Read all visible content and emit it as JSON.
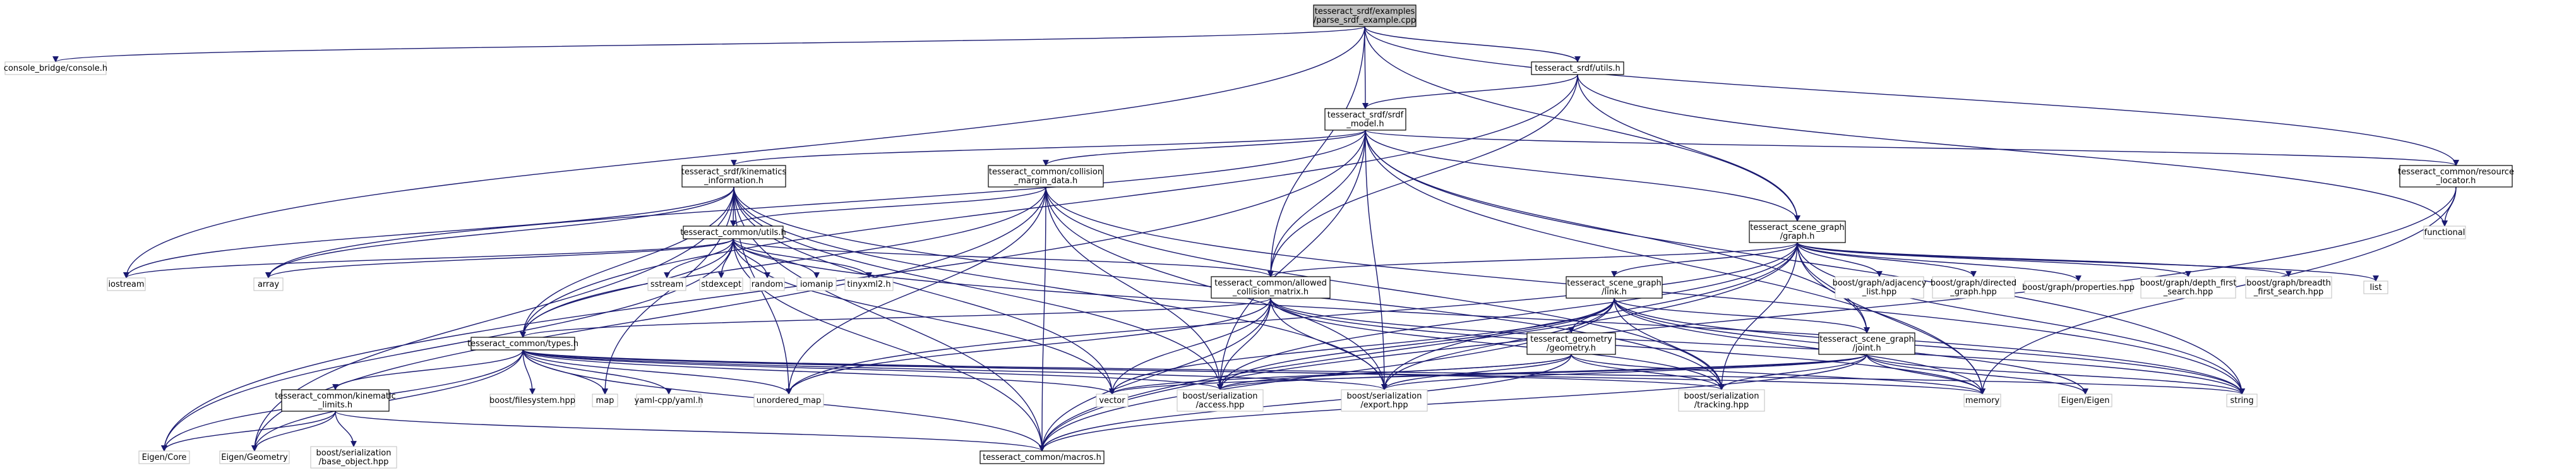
{
  "nodes": {
    "root": [
      "tesseract_srdf/examples",
      "/parse_srdf_example.cpp"
    ],
    "console": [
      "console_bridge/console.h"
    ],
    "iostream": [
      "iostream"
    ],
    "srdf_utils": [
      "tesseract_srdf/utils.h"
    ],
    "srdf_model": [
      "tesseract_srdf/srdf",
      "_model.h"
    ],
    "kin_info": [
      "tesseract_srdf/kinematics",
      "_information.h"
    ],
    "collision_margin": [
      "tesseract_common/collision",
      "_margin_data.h"
    ],
    "resource_locator": [
      "tesseract_common/resource",
      "_locator.h"
    ],
    "functional": [
      "functional"
    ],
    "common_utils": [
      "tesseract_common/utils.h"
    ],
    "array": [
      "array"
    ],
    "sstream": [
      "sstream"
    ],
    "stdexcept": [
      "stdexcept"
    ],
    "random": [
      "random"
    ],
    "iomanip": [
      "iomanip"
    ],
    "tinyxml2": [
      "tinyxml2.h"
    ],
    "graph": [
      "tesseract_scene_graph",
      "/graph.h"
    ],
    "adjacency": [
      "boost/graph/adjacency",
      "_list.hpp"
    ],
    "directed": [
      "boost/graph/directed",
      "_graph.hpp"
    ],
    "properties": [
      "boost/graph/properties.hpp"
    ],
    "dfs": [
      "boost/graph/depth_first",
      "_search.hpp"
    ],
    "bfs": [
      "boost/graph/breadth",
      "_first_search.hpp"
    ],
    "list": [
      "list"
    ],
    "acm": [
      "tesseract_common/allowed",
      "_collision_matrix.h"
    ],
    "link": [
      "tesseract_scene_graph",
      "/link.h"
    ],
    "common_types": [
      "tesseract_common/types.h"
    ],
    "geometry": [
      "tesseract_geometry",
      "/geometry.h"
    ],
    "joint": [
      "tesseract_scene_graph",
      "/joint.h"
    ],
    "kinematic_limits": [
      "tesseract_common/kinematic",
      "_limits.h"
    ],
    "filesystem": [
      "boost/filesystem.hpp"
    ],
    "map": [
      "map"
    ],
    "yaml": [
      "yaml-cpp/yaml.h"
    ],
    "unordered_map": [
      "unordered_map"
    ],
    "vector": [
      "vector"
    ],
    "ser_access": [
      "boost/serialization",
      "/access.hpp"
    ],
    "ser_export": [
      "boost/serialization",
      "/export.hpp"
    ],
    "ser_tracking": [
      "boost/serialization",
      "/tracking.hpp"
    ],
    "memory": [
      "memory"
    ],
    "eigen_eigen": [
      "Eigen/Eigen"
    ],
    "string": [
      "string"
    ],
    "eigen_core": [
      "Eigen/Core"
    ],
    "eigen_geometry": [
      "Eigen/Geometry"
    ],
    "base_object": [
      "boost/serialization",
      "/base_object.hpp"
    ],
    "macros": [
      "tesseract_common/macros.h"
    ]
  },
  "edges": [
    [
      "root",
      "console"
    ],
    [
      "root",
      "iostream"
    ],
    [
      "root",
      "srdf_utils"
    ],
    [
      "root",
      "srdf_model"
    ],
    [
      "root",
      "graph"
    ],
    [
      "root",
      "acm"
    ],
    [
      "root",
      "resource_locator"
    ],
    [
      "srdf_utils",
      "functional"
    ],
    [
      "srdf_utils",
      "srdf_model"
    ],
    [
      "srdf_utils",
      "graph"
    ],
    [
      "srdf_utils",
      "acm"
    ],
    [
      "srdf_utils",
      "common_types"
    ],
    [
      "srdf_model",
      "kin_info"
    ],
    [
      "srdf_model",
      "collision_margin"
    ],
    [
      "srdf_model",
      "resource_locator"
    ],
    [
      "srdf_model",
      "graph"
    ],
    [
      "srdf_model",
      "acm"
    ],
    [
      "srdf_model",
      "joint"
    ],
    [
      "srdf_model",
      "ser_access"
    ],
    [
      "srdf_model",
      "ser_export"
    ],
    [
      "srdf_model",
      "string"
    ],
    [
      "srdf_model",
      "memory"
    ],
    [
      "srdf_model",
      "array"
    ],
    [
      "srdf_model",
      "eigen_core"
    ],
    [
      "kin_info",
      "common_utils"
    ],
    [
      "kin_info",
      "common_types"
    ],
    [
      "kin_info",
      "array"
    ],
    [
      "kin_info",
      "iostream"
    ],
    [
      "kin_info",
      "map"
    ],
    [
      "kin_info",
      "unordered_map"
    ],
    [
      "kin_info",
      "vector"
    ],
    [
      "kin_info",
      "ser_access"
    ],
    [
      "kin_info",
      "ser_export"
    ],
    [
      "kin_info",
      "ser_tracking"
    ],
    [
      "kin_info",
      "eigen_geometry"
    ],
    [
      "kin_info",
      "macros"
    ],
    [
      "collision_margin",
      "common_utils"
    ],
    [
      "collision_margin",
      "common_types"
    ],
    [
      "collision_margin",
      "eigen_geometry"
    ],
    [
      "collision_margin",
      "unordered_map"
    ],
    [
      "collision_margin",
      "ser_access"
    ],
    [
      "collision_margin",
      "ser_export"
    ],
    [
      "collision_margin",
      "ser_tracking"
    ],
    [
      "collision_margin",
      "macros"
    ],
    [
      "collision_margin",
      "string"
    ],
    [
      "resource_locator",
      "functional"
    ],
    [
      "resource_locator",
      "memory"
    ],
    [
      "resource_locator",
      "macros"
    ],
    [
      "common_utils",
      "array"
    ],
    [
      "common_utils",
      "sstream"
    ],
    [
      "common_utils",
      "stdexcept"
    ],
    [
      "common_utils",
      "random"
    ],
    [
      "common_utils",
      "iomanip"
    ],
    [
      "common_utils",
      "tinyxml2"
    ],
    [
      "common_utils",
      "iostream"
    ],
    [
      "common_utils",
      "common_types"
    ],
    [
      "common_utils",
      "acm"
    ],
    [
      "common_utils",
      "eigen_core"
    ],
    [
      "common_utils",
      "vector"
    ],
    [
      "common_utils",
      "string"
    ],
    [
      "common_utils",
      "macros"
    ],
    [
      "graph",
      "adjacency"
    ],
    [
      "graph",
      "directed"
    ],
    [
      "graph",
      "properties"
    ],
    [
      "graph",
      "dfs"
    ],
    [
      "graph",
      "bfs"
    ],
    [
      "graph",
      "list"
    ],
    [
      "graph",
      "link"
    ],
    [
      "graph",
      "joint"
    ],
    [
      "graph",
      "acm"
    ],
    [
      "graph",
      "unordered_map"
    ],
    [
      "graph",
      "ser_access"
    ],
    [
      "graph",
      "ser_export"
    ],
    [
      "graph",
      "ser_tracking"
    ],
    [
      "graph",
      "memory"
    ],
    [
      "graph",
      "string"
    ],
    [
      "graph",
      "macros"
    ],
    [
      "acm",
      "common_types"
    ],
    [
      "acm",
      "vector"
    ],
    [
      "acm",
      "unordered_map"
    ],
    [
      "acm",
      "ser_access"
    ],
    [
      "acm",
      "ser_export"
    ],
    [
      "acm",
      "ser_tracking"
    ],
    [
      "acm",
      "macros"
    ],
    [
      "acm",
      "string"
    ],
    [
      "acm",
      "memory"
    ],
    [
      "link",
      "geometry"
    ],
    [
      "link",
      "joint"
    ],
    [
      "link",
      "ser_access"
    ],
    [
      "link",
      "ser_export"
    ],
    [
      "link",
      "ser_tracking"
    ],
    [
      "link",
      "eigen_eigen"
    ],
    [
      "link",
      "memory"
    ],
    [
      "link",
      "vector"
    ],
    [
      "link",
      "string"
    ],
    [
      "link",
      "macros"
    ],
    [
      "joint",
      "ser_access"
    ],
    [
      "joint",
      "ser_export"
    ],
    [
      "joint",
      "ser_tracking"
    ],
    [
      "joint",
      "eigen_eigen"
    ],
    [
      "joint",
      "memory"
    ],
    [
      "joint",
      "vector"
    ],
    [
      "joint",
      "string"
    ],
    [
      "joint",
      "macros"
    ],
    [
      "geometry",
      "ser_access"
    ],
    [
      "geometry",
      "ser_export"
    ],
    [
      "geometry",
      "ser_tracking"
    ],
    [
      "geometry",
      "memory"
    ],
    [
      "geometry",
      "vector"
    ],
    [
      "geometry",
      "macros"
    ],
    [
      "common_types",
      "kinematic_limits"
    ],
    [
      "common_types",
      "filesystem"
    ],
    [
      "common_types",
      "map"
    ],
    [
      "common_types",
      "yaml"
    ],
    [
      "common_types",
      "unordered_map"
    ],
    [
      "common_types",
      "vector"
    ],
    [
      "common_types",
      "ser_access"
    ],
    [
      "common_types",
      "ser_export"
    ],
    [
      "common_types",
      "ser_tracking"
    ],
    [
      "common_types",
      "eigen_core"
    ],
    [
      "common_types",
      "eigen_geometry"
    ],
    [
      "common_types",
      "macros"
    ],
    [
      "common_types",
      "memory"
    ],
    [
      "common_types",
      "string"
    ],
    [
      "kinematic_limits",
      "eigen_core"
    ],
    [
      "kinematic_limits",
      "eigen_geometry"
    ],
    [
      "kinematic_limits",
      "base_object"
    ],
    [
      "kinematic_limits",
      "macros"
    ]
  ]
}
